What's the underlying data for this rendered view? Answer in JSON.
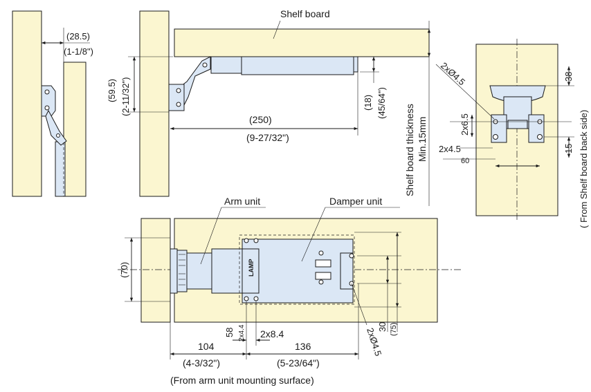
{
  "colors": {
    "wood": "#fbf6d0",
    "metal": "#dbe7f5",
    "metal_dark": "#9fb4cc",
    "line": "#1a1a1a"
  },
  "side_view_left": {
    "dim_gap_mm": "(28.5)",
    "dim_gap_in": "(1-1/8\")"
  },
  "side_view_main": {
    "shelf_label": "Shelf board",
    "dim_height_mm": "(59.5)",
    "dim_height_in": "(2-11/32\")",
    "dim_length_mm": "(250)",
    "dim_length_in": "(9-27/32\")",
    "dim_offset_mm": "(18)",
    "dim_offset_in": "(45/64\")",
    "thickness_line1": "Shelf board thickness",
    "thickness_line2": "Min.15mm"
  },
  "back_view": {
    "dim_2x45": "2xØ4.5",
    "dim_2x65": "2x6.5",
    "dim_2x45b": "2x4.5",
    "dim_60": "60",
    "dim_38": "38",
    "dim_15": "15",
    "side_note": "( From Shelf board back side)"
  },
  "top_view": {
    "arm_label": "Arm unit",
    "damper_label": "Damper unit",
    "dim_70": "(70)",
    "dim_58": "58",
    "dim_2x44": "2x4.4",
    "dim_2x84": "2x8.4",
    "dim_104": "104",
    "dim_136": "136",
    "dim_104_in": "(4-3/32\")",
    "dim_136_in": "(5-23/64\")",
    "dim_2x45": "2xØ4.5",
    "dim_30": "30",
    "dim_75": "(75)",
    "mount_note": "(From arm unit mounting surface)",
    "brand": "LAMP"
  }
}
